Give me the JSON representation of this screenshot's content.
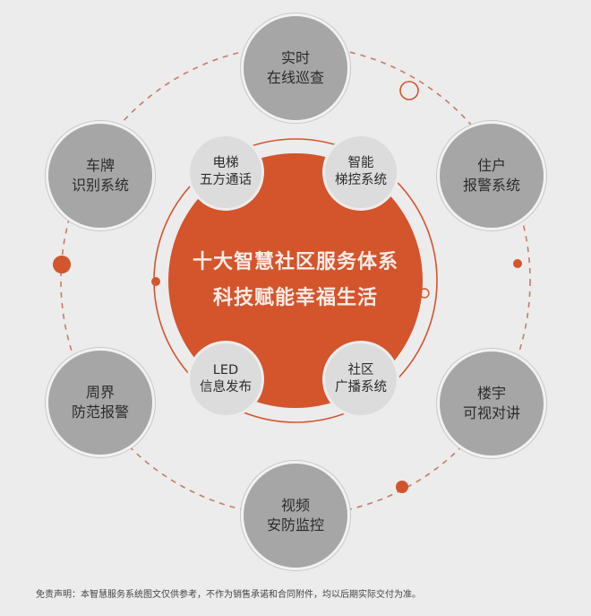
{
  "colors": {
    "background": "#ececec",
    "accent": "#d4542c",
    "outer_node_fill": "#a6a6a6",
    "inner_node_fill": "#dcdcdc",
    "dashed_orbit": "#c97a62"
  },
  "center": {
    "line1": "十大智慧社区服务体系",
    "line2": "科技赋能幸福生活"
  },
  "outer_nodes": [
    {
      "line1": "实时",
      "line2": "在线巡查"
    },
    {
      "line1": "住户",
      "line2": "报警系统"
    },
    {
      "line1": "楼宇",
      "line2": "可视对讲"
    },
    {
      "line1": "视频",
      "line2": "安防监控"
    },
    {
      "line1": "周界",
      "line2": "防范报警"
    },
    {
      "line1": "车牌",
      "line2": "识别系统"
    }
  ],
  "inner_nodes": [
    {
      "line1": "电梯",
      "line2": "五方通话"
    },
    {
      "line1": "智能",
      "line2": "梯控系统"
    },
    {
      "line1": "LED",
      "line2": "信息发布"
    },
    {
      "line1": "社区",
      "line2": "广播系统"
    }
  ],
  "disclaimer": "免责声明：本智慧服务系统图文仅供参考，不作为销售承诺和合同附件，均以后期实际交付为准。"
}
